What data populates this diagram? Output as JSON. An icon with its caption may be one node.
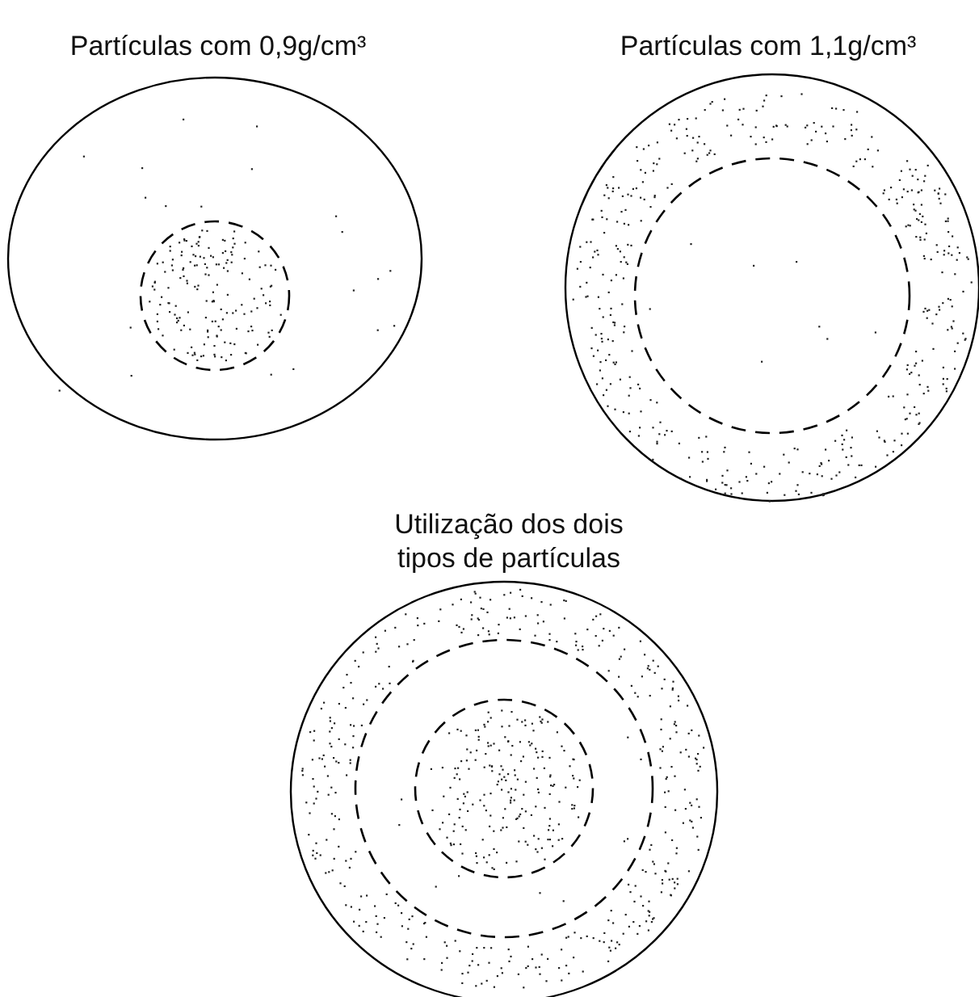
{
  "diagram": {
    "nodes": [
      {
        "text": [
          "Partículas com 0,9g/cm³"
        ]
      },
      {
        "text": [
          "Partículas com 1,1g/cm³"
        ]
      },
      {
        "text": [
          "Utilização dos dois tipos de partículas"
        ]
      }
    ]
  }
}
